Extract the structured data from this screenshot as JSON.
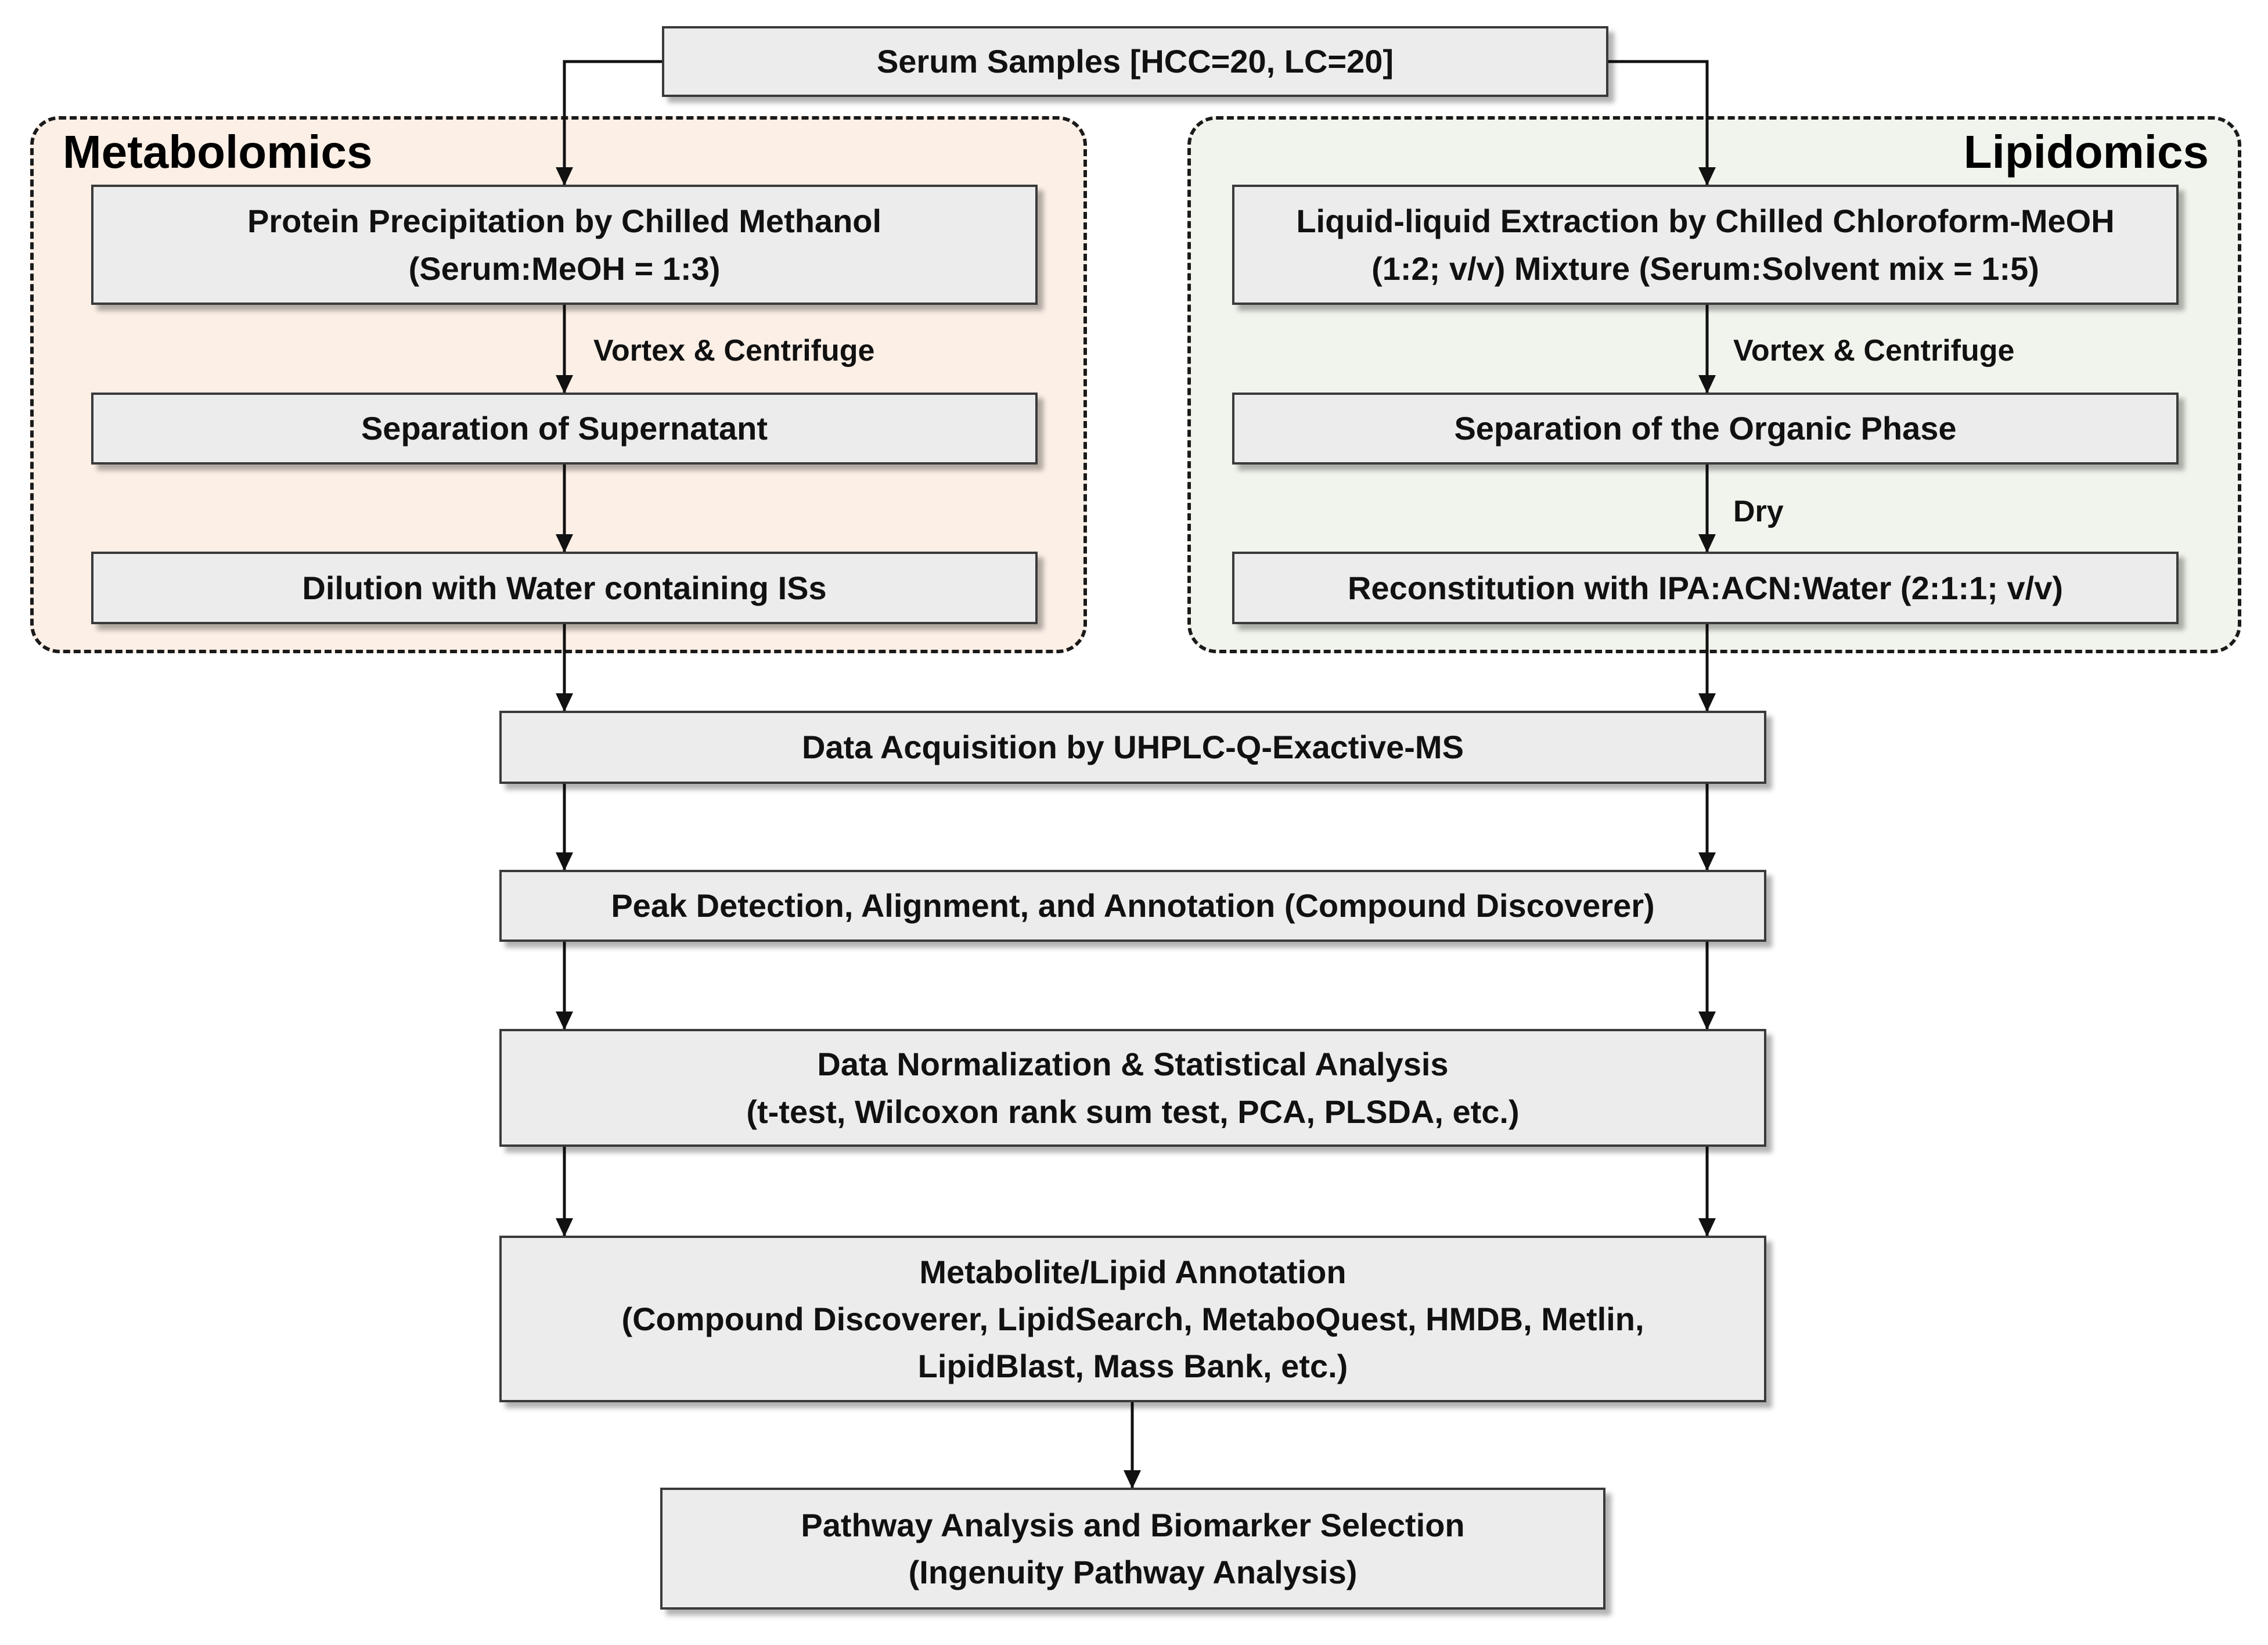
{
  "source": {
    "lines": [
      "Serum Samples [HCC=20, LC=20]"
    ]
  },
  "metabolomics": {
    "title": "Metabolomics",
    "color": "#fbefe6",
    "steps": [
      {
        "lines": [
          "Protein Precipitation by Chilled Methanol",
          "(Serum:MeOH = 1:3)"
        ]
      },
      {
        "lines": [
          "Separation of Supernatant"
        ]
      },
      {
        "lines": [
          "Dilution with Water containing ISs"
        ]
      }
    ],
    "transition_1": "Vortex & Centrifuge"
  },
  "lipidomics": {
    "title": "Lipidomics",
    "color": "#f1f4ec",
    "steps": [
      {
        "lines": [
          "Liquid-liquid Extraction by Chilled Chloroform-MeOH",
          "(1:2; v/v) Mixture (Serum:Solvent mix = 1:5)"
        ]
      },
      {
        "lines": [
          "Separation of the Organic Phase"
        ]
      },
      {
        "lines": [
          "Reconstitution with IPA:ACN:Water (2:1:1; v/v)"
        ]
      }
    ],
    "transition_1": "Vortex & Centrifuge",
    "transition_2": "Dry"
  },
  "shared_steps": [
    {
      "lines": [
        "Data Acquisition by UHPLC-Q-Exactive-MS"
      ]
    },
    {
      "lines": [
        "Peak Detection, Alignment, and Annotation (Compound Discoverer)"
      ]
    },
    {
      "lines": [
        "Data Normalization & Statistical Analysis",
        "(t-test, Wilcoxon rank sum test, PCA, PLSDA, etc.)"
      ]
    },
    {
      "lines": [
        "Metabolite/Lipid Annotation",
        "(Compound Discoverer, LipidSearch, MetaboQuest, HMDB, Metlin,",
        "LipidBlast, Mass Bank, etc.)"
      ]
    },
    {
      "lines": [
        "Pathway Analysis and Biomarker Selection",
        "(Ingenuity Pathway Analysis)"
      ]
    }
  ]
}
